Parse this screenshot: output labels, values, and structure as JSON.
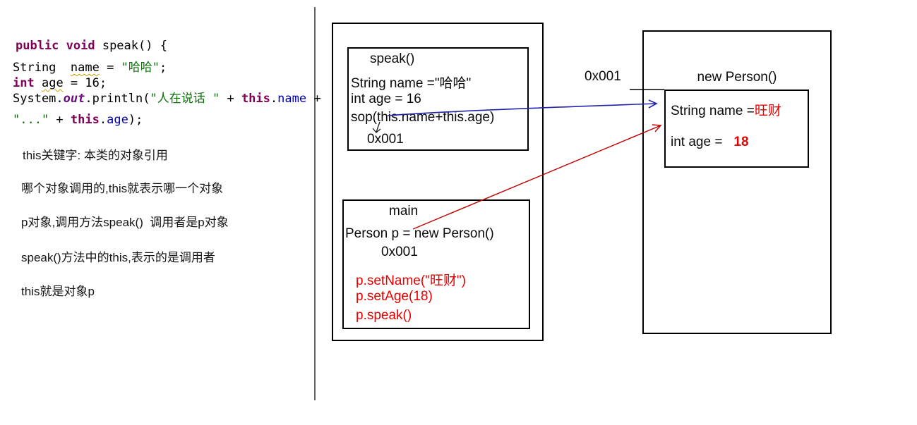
{
  "colors": {
    "keyword": "#7f0055",
    "string": "#0e6f0e",
    "field_ref": "#0000c0",
    "static_field": "#660e7a",
    "red_text": "#e60000",
    "blue_arrow": "#2323aa",
    "red_arrow": "#c00000"
  },
  "code": {
    "lines": [
      {
        "tokens": [
          {
            "text": "public void",
            "style": "kw"
          },
          {
            "text": " speak() {",
            "style": "plain"
          }
        ]
      },
      {
        "tokens": [
          {
            "text": "String  ",
            "style": "plain"
          },
          {
            "text": "name",
            "style": "var"
          },
          {
            "text": " = ",
            "style": "plain"
          },
          {
            "text": "\"哈哈\"",
            "style": "str"
          },
          {
            "text": ";",
            "style": "plain"
          }
        ]
      },
      {
        "tokens": [
          {
            "text": "int",
            "style": "kw"
          },
          {
            "text": " ",
            "style": "plain"
          },
          {
            "text": "age",
            "style": "var"
          },
          {
            "text": " = 16;",
            "style": "plain"
          }
        ]
      },
      {
        "tokens": [
          {
            "text": "System.",
            "style": "plain"
          },
          {
            "text": "out",
            "style": "static"
          },
          {
            "text": ".println(",
            "style": "plain"
          },
          {
            "text": "\"人在说话 \"",
            "style": "str"
          },
          {
            "text": " + ",
            "style": "plain"
          },
          {
            "text": "this",
            "style": "kw"
          },
          {
            "text": ".",
            "style": "plain"
          },
          {
            "text": "name",
            "style": "field"
          },
          {
            "text": " +",
            "style": "plain"
          }
        ]
      },
      {
        "tokens": [
          {
            "text": "\"...\"",
            "style": "str"
          },
          {
            "text": " + ",
            "style": "plain"
          },
          {
            "text": "this",
            "style": "kw"
          },
          {
            "text": ".",
            "style": "plain"
          },
          {
            "text": "age",
            "style": "field"
          },
          {
            "text": ");",
            "style": "plain"
          }
        ]
      }
    ]
  },
  "notes": [
    "this关键字: 本类的对象引用",
    "哪个对象调用的,this就表示哪一个对象",
    "p对象,调用方法speak()  调用者是p对象",
    "speak()方法中的this,表示的是调用者",
    "this就是对象p"
  ],
  "stack": {
    "speak_frame": {
      "title": "speak()",
      "line_name": "String name =\"哈哈\"",
      "line_age": "int age = 16",
      "line_sop": "sop(this.name+this.age)",
      "address": "0x001"
    },
    "main_frame": {
      "title": "main",
      "line_new": "Person p = new Person()",
      "address": "0x001",
      "calls": [
        "p.setName(\"旺财\")",
        "p.setAge(18)",
        "p.speak()"
      ]
    }
  },
  "heap": {
    "address_label": "0x001",
    "object_title": "new Person()",
    "fields": [
      {
        "label": "String name =",
        "value": "旺财"
      },
      {
        "label": "int age =",
        "value": "18"
      }
    ]
  }
}
